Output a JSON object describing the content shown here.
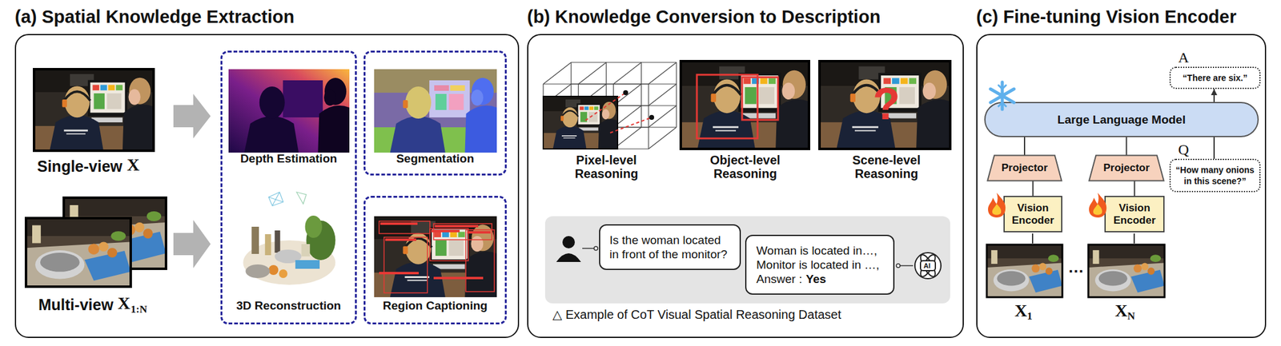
{
  "diagram": {
    "nodes": [
      {
        "text": [
          "(a) Spatial Knowledge Extraction"
        ]
      },
      {
        "text": [
          "Depth Estimation",
          "3D Reconstruction"
        ],
        "in": 0
      },
      {
        "text": [
          "Segmentation"
        ],
        "in": 0
      },
      {
        "text": [
          "Region Captioning"
        ],
        "in": 0
      },
      {
        "text": [
          "(b) Knowledge Conversion to Description"
        ]
      },
      {
        "text": [
          "△ Example of CoT Visual Spatial Reasoning Dataset"
        ],
        "in": 4
      },
      {
        "text": [
          "Is the woman located in front of the monitor?"
        ],
        "in": 5
      },
      {
        "text": [
          "Woman is located in…,",
          "Monitor is located in …,",
          "Answer :",
          "Yes"
        ],
        "in": 5
      },
      {
        "text": [
          "(c) Fine-tuning Vision Encoder"
        ]
      },
      {
        "text": [
          "A",
          "“There are six.”"
        ],
        "in": 8
      },
      {
        "text": [
          "Large Language Model"
        ],
        "in": 8
      },
      {
        "text": [
          "Q",
          "“How many onions in this scene?”"
        ],
        "in": 8
      },
      {
        "text": [
          "Projector"
        ],
        "in": 8
      },
      {
        "text": [
          "Vision Encoder"
        ],
        "in": 8
      },
      {
        "text": [
          "Projector"
        ],
        "in": 8
      },
      {
        "text": [
          "Vision Encoder"
        ],
        "in": 8
      }
    ],
    "edges": [
      {
        "from": 10,
        "to": 9,
        "arrow": "to"
      },
      {
        "from": 11,
        "to": 10,
        "arrow": "none"
      },
      {
        "from": 12,
        "to": 10,
        "arrow": "none"
      },
      {
        "from": 13,
        "to": 12,
        "arrow": "none"
      },
      {
        "from": 14,
        "to": 10,
        "arrow": "none"
      },
      {
        "from": 15,
        "to": 14,
        "arrow": "none"
      }
    ],
    "labels": [
      "Single-view",
      "X",
      "Multi-view",
      "X",
      "1:N",
      "Pixel-level Reasoning",
      "Object-level Reasoning",
      "Scene-level Reasoning",
      "?",
      "AI",
      "X",
      "1",
      "…",
      "X",
      "N"
    ]
  }
}
